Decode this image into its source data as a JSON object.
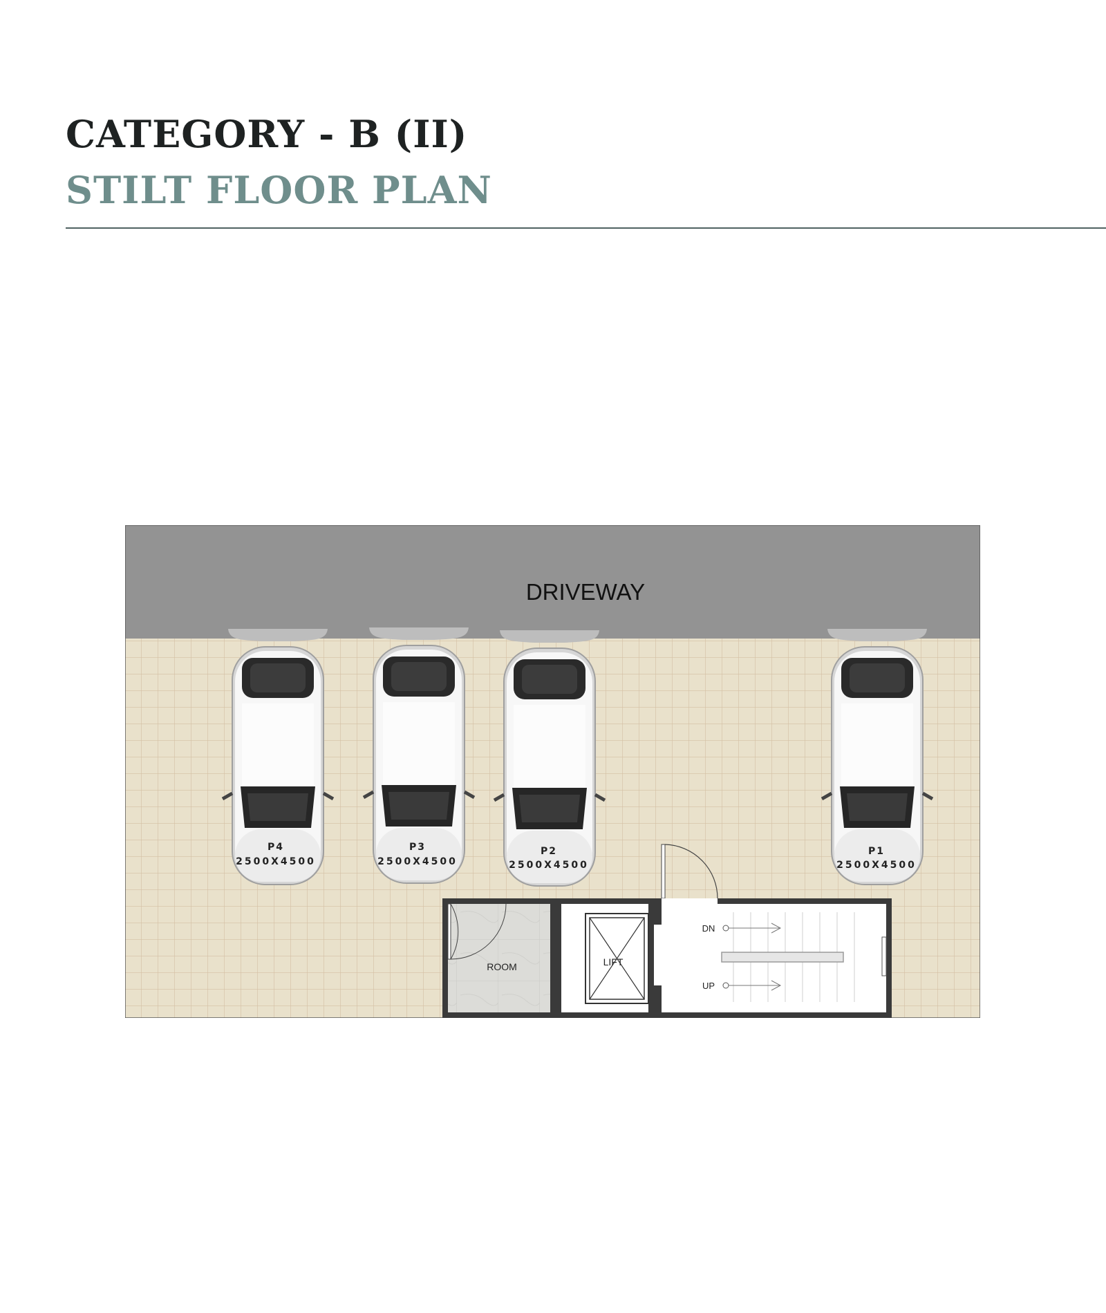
{
  "header": {
    "title": "CATEGORY - B (II)",
    "subtitle": "STILT FLOOR PLAN"
  },
  "plan": {
    "driveway_label": "DRIVEWAY",
    "parking": [
      {
        "label": "P4",
        "size": "2500X4500"
      },
      {
        "label": "P3",
        "size": "2500X4500"
      },
      {
        "label": "P2",
        "size": "2500X4500"
      },
      {
        "label": "P1",
        "size": "2500X4500"
      }
    ],
    "rooms": {
      "room_label": "ROOM",
      "lift_label": "LIFT",
      "stair_down_label": "DN",
      "stair_up_label": "UP"
    }
  },
  "colors": {
    "title": "#1e2222",
    "subtitle": "#6f8e8c",
    "rule": "#4f6261",
    "driveway": "#939393",
    "floor_tile": "#e9e1cb",
    "wall": "#3a3a3a"
  }
}
